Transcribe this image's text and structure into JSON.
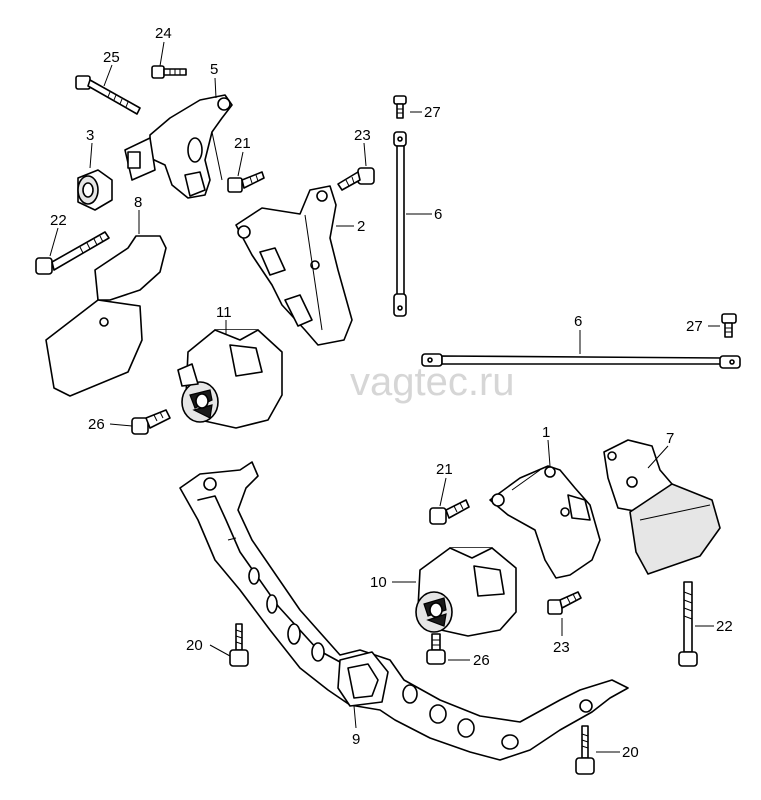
{
  "watermark": "vagtec.ru",
  "callouts": {
    "c24": "24",
    "c25": "25",
    "c5": "5",
    "c27a": "27",
    "c3": "3",
    "c21a": "21",
    "c23a": "23",
    "c22a": "22",
    "c8": "8",
    "c2": "2",
    "c6a": "6",
    "c6b": "6",
    "c27b": "27",
    "c11": "11",
    "c26a": "26",
    "c1": "1",
    "c7": "7",
    "c21b": "21",
    "c10": "10",
    "c20a": "20",
    "c26b": "26",
    "c23b": "23",
    "c22b": "22",
    "c9": "9",
    "c20b": "20"
  }
}
